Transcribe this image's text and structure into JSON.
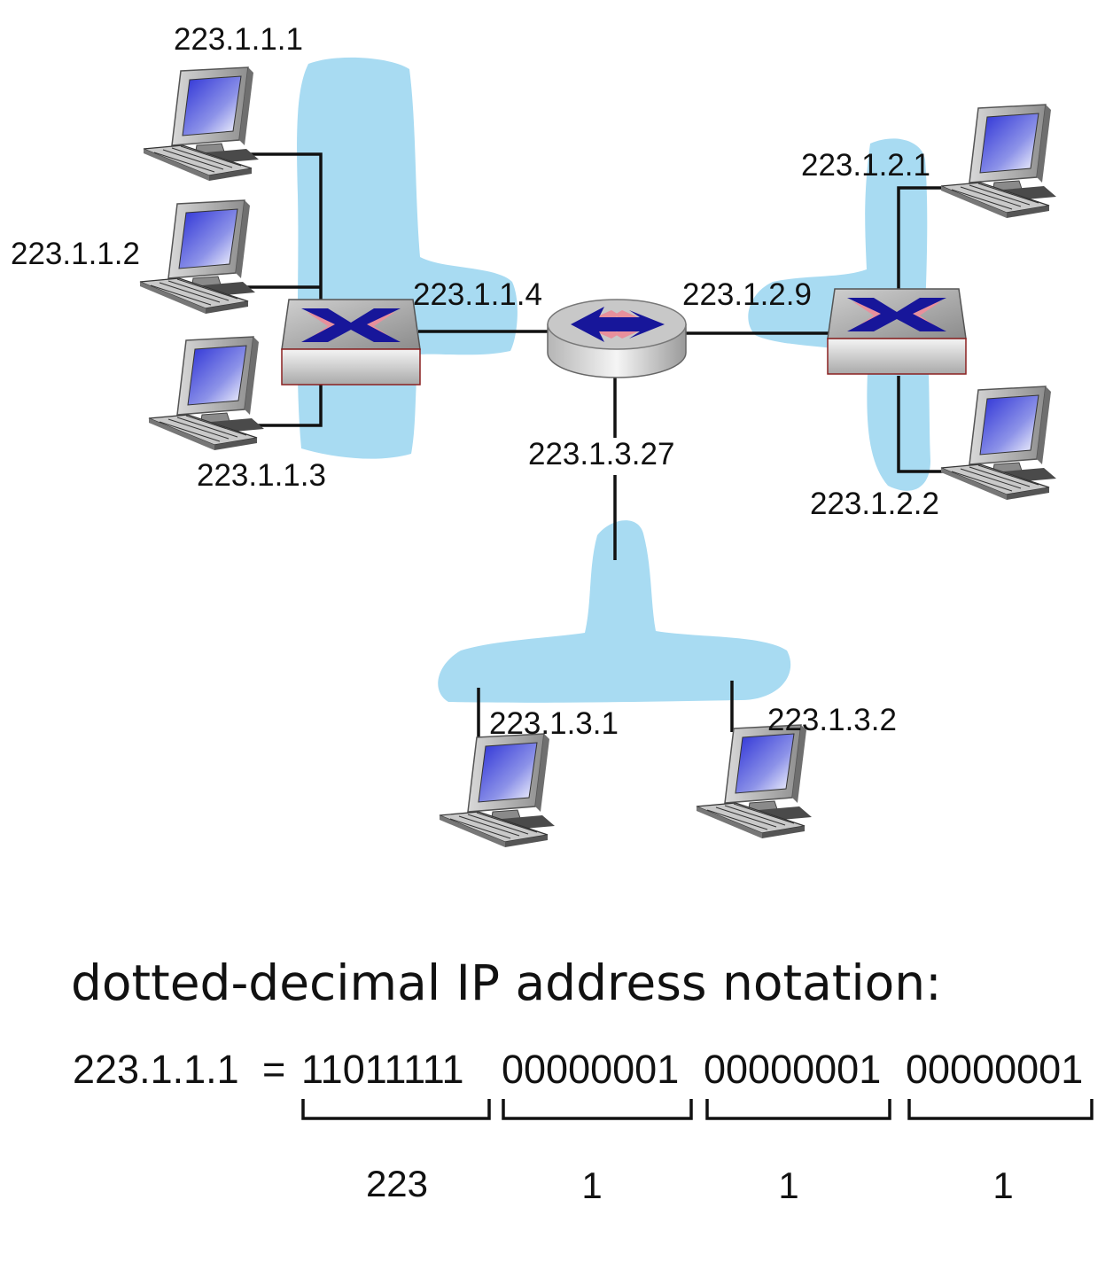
{
  "colors": {
    "subnet_fill": "#a8dbf2",
    "wire": "#111111",
    "device_arrow": "#17169a",
    "device_arrow_shadow": "#e8909c",
    "screen_glass": "#3b3fd8"
  },
  "icons": {
    "host": "desktop-computer-icon",
    "switch": "ethernet-switch-icon",
    "router": "router-icon"
  },
  "addresses": {
    "h111": "223.1.1.1",
    "h112": "223.1.1.2",
    "h113": "223.1.1.3",
    "r_if1": "223.1.1.4",
    "r_if2": "223.1.2.9",
    "r_if3": "223.1.3.27",
    "h121": "223.1.2.1",
    "h122": "223.1.2.2",
    "h131": "223.1.3.1",
    "h132": "223.1.3.2"
  },
  "notation": {
    "heading": "dotted-decimal IP address notation:",
    "address": "223.1.1.1",
    "equals": "=",
    "octets": [
      {
        "binary": "11011111",
        "decimal": "223"
      },
      {
        "binary": "00000001",
        "decimal": "1"
      },
      {
        "binary": "00000001",
        "decimal": "1"
      },
      {
        "binary": "00000001",
        "decimal": "1"
      }
    ]
  }
}
